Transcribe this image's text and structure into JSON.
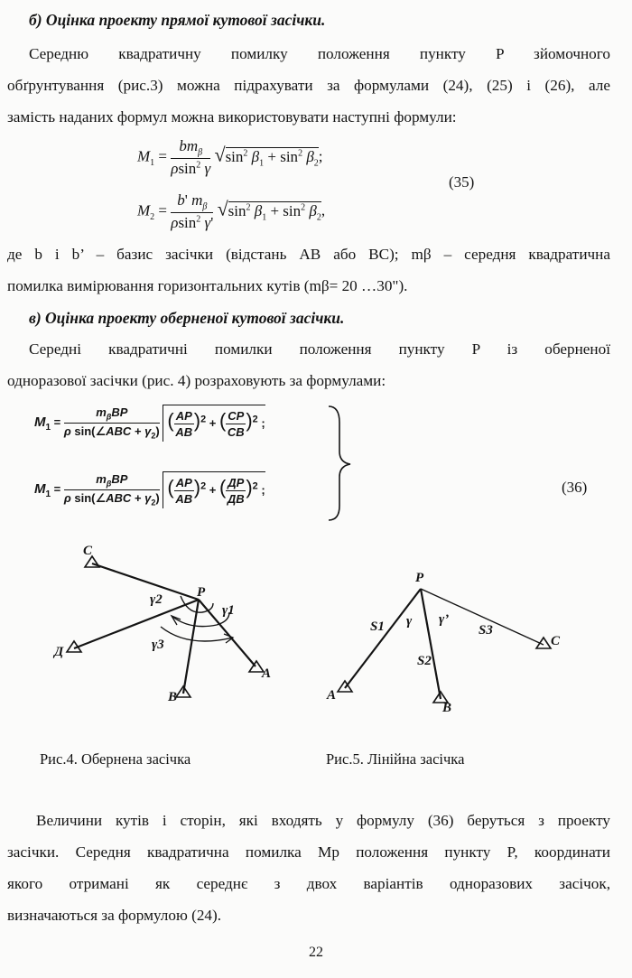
{
  "section_b": {
    "heading": "б) Оцінка проекту прямої кутової засічки.",
    "para1_line1": "Середню квадратичну помилку положення пункту P зйомочного",
    "para1_line2": "обґрунтування (рис.3) можна підрахувати за формулами (24), (25) і (26), але",
    "para1_line3": "замість наданих формул можна використовувати наступні формули:",
    "eq35_number": "(35)",
    "after_eq_line1": "де b і b’ – базис засічки (відстань AB або BC); mβ – середня квадратична",
    "after_eq_line2": "помилка вимірювання горизонтальних кутів (mβ= 20 …30\")."
  },
  "section_v": {
    "heading": "в) Оцінка проекту оберненої кутової засічки.",
    "para_line1": "Середні квадратичні помилки положення пункту P із оберненої",
    "para_line2": "одноразової засічки (рис. 4) розраховують за формулами:",
    "eq36_number": "(36)"
  },
  "figures": {
    "fig4_caption": "Рис.4. Обернена засічка",
    "fig5_caption": "Рис.5. Лінійна засічка",
    "fig4_labels": {
      "C": "C",
      "P": "P",
      "D": "Д",
      "A": "A",
      "B": "B",
      "g1": "γ1",
      "g2": "γ2",
      "g3": "γ3"
    },
    "fig5_labels": {
      "P": "P",
      "A": "A",
      "B": "B",
      "C": "C",
      "S1": "S1",
      "S2": "S2",
      "S3": "S3",
      "g": "γ",
      "g2": "γ’"
    }
  },
  "closing": {
    "line1": "Величини кутів і сторін, які входять у формулу (36) беруться з проекту",
    "line2": "засічки. Середня квадратична помилка Mp положення пункту P, координати",
    "line3": "якого отримані як середнє з двох варіантів одноразових засічок,",
    "line4": "визначаються за формулою (24)."
  },
  "page_number": "22"
}
